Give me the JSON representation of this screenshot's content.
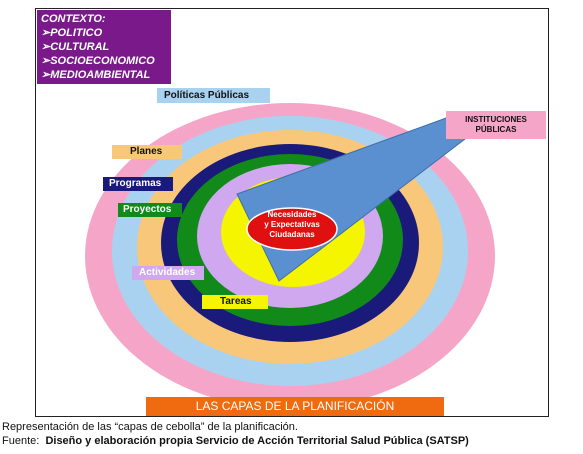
{
  "context": {
    "title": "CONTEXTO:",
    "items": [
      "➢POLITICO",
      "➢CULTURAL",
      "➢SOCIOECONOMICO",
      "➢MEDIOAMBIENTAL"
    ]
  },
  "layers": [
    {
      "label": "Políticas Públicas",
      "color": "#f5a6c8"
    },
    {
      "label": "Planes",
      "color": "#a9d2f0"
    },
    {
      "label": "Programas",
      "color": "#f8c77a"
    },
    {
      "label": "Proyectos",
      "color": "#1a1a7a"
    },
    {
      "label": "Actividades",
      "color": "#118a1a"
    },
    {
      "label": "Tareas",
      "color": "#cfa8f0"
    }
  ],
  "inner_color": "#f5f500",
  "center": {
    "line1": "Necesidades",
    "line2": "y Expectativas",
    "line3": "Ciudadanas",
    "color": "#e01010"
  },
  "institutions": {
    "line1": "INSTITUCIONES",
    "line2": "PÚBLICAS",
    "pointer_color": "#5a8fd0"
  },
  "title_bar": "LAS CAPAS DE LA PLANIFICACIÓN",
  "caption": "Representación de las “capas de cebolla” de la planificación.",
  "source_label": "Fuente:",
  "source_text": "Diseño y elaboración propia Servicio de Acción Territorial Salud Pública (SATSP)"
}
